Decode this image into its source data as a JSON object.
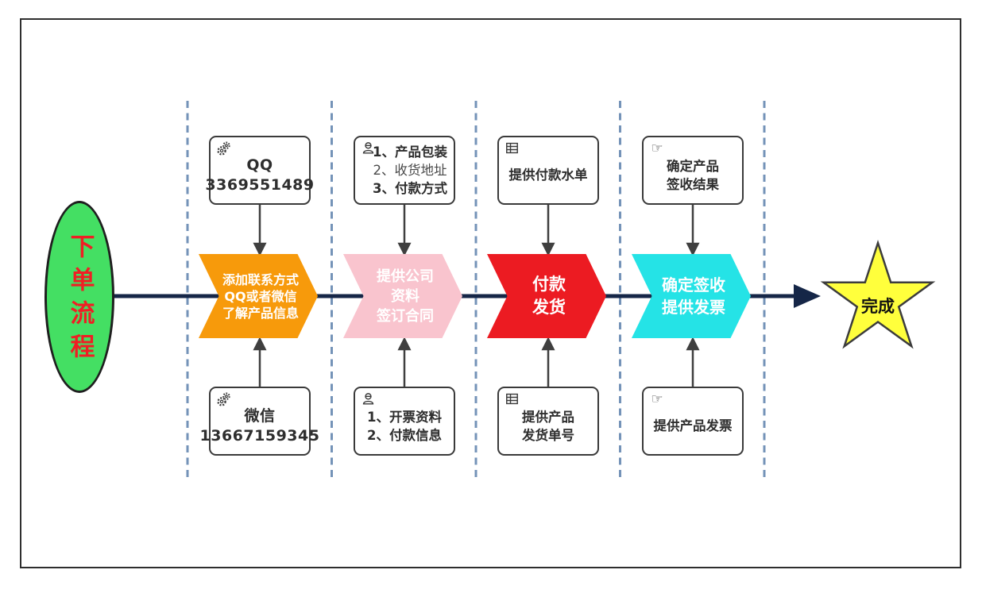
{
  "diagram": {
    "start": {
      "label": "下单流程"
    },
    "finish": {
      "label": "完成"
    },
    "steps": [
      {
        "color": "#F79A0B",
        "lines": [
          "添加联系方式",
          "QQ或者微信",
          "了解产品信息"
        ]
      },
      {
        "color": "#F9C4CE",
        "lines": [
          "提供公司",
          "资料",
          "签订合同"
        ]
      },
      {
        "color": "#EC1B22",
        "lines": [
          "付款",
          "发货"
        ]
      },
      {
        "color": "#25E3E6",
        "lines": [
          "确定签收",
          "提供发票"
        ]
      }
    ],
    "top_notes": [
      {
        "icon": "gears-icon",
        "lines": [
          "QQ",
          "3369551489"
        ]
      },
      {
        "icon": "engineer-icon",
        "lines": [
          "1、产品包装",
          "2、收货地址",
          "3、付款方式"
        ]
      },
      {
        "icon": "table-icon",
        "lines": [
          "提供付款水单"
        ]
      },
      {
        "icon": "hand-icon",
        "lines": [
          "确定产品",
          "签收结果"
        ]
      }
    ],
    "bottom_notes": [
      {
        "icon": "gears-icon",
        "lines": [
          "微信",
          "13667159345"
        ]
      },
      {
        "icon": "engineer-icon",
        "lines": [
          "1、开票资料",
          "2、付款信息"
        ]
      },
      {
        "icon": "table-icon",
        "lines": [
          "提供产品",
          "发货单号"
        ]
      },
      {
        "icon": "hand-icon",
        "lines": [
          "提供产品发票"
        ]
      }
    ],
    "colors": {
      "start_fill": "#44DF63",
      "start_text": "#F01E24",
      "finish_fill": "#FFFF3C",
      "flow_line": "#152647",
      "lane_divider": "#7493B8",
      "box_border": "#3A3A3A"
    }
  }
}
